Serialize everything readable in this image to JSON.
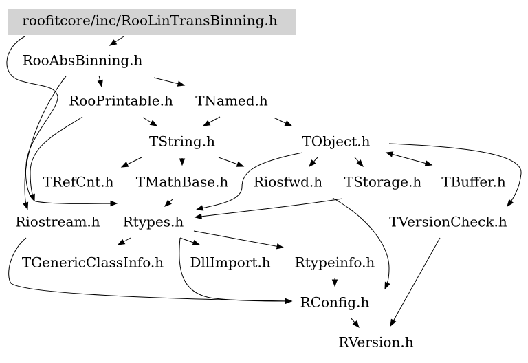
{
  "diagram": {
    "type": "include-dependency-graph",
    "root": "roofitcore/inc/RooLinTransBinning.h",
    "nodes": [
      {
        "id": "root",
        "label": "roofitcore/inc/RooLinTransBinning.h",
        "highlighted": true
      },
      {
        "id": "RooAbsBinning",
        "label": "RooAbsBinning.h"
      },
      {
        "id": "RooPrintable",
        "label": "RooPrintable.h"
      },
      {
        "id": "TNamed",
        "label": "TNamed.h"
      },
      {
        "id": "TString",
        "label": "TString.h"
      },
      {
        "id": "TObject",
        "label": "TObject.h"
      },
      {
        "id": "TRefCnt",
        "label": "TRefCnt.h"
      },
      {
        "id": "TMathBase",
        "label": "TMathBase.h"
      },
      {
        "id": "Riosfwd",
        "label": "Riosfwd.h"
      },
      {
        "id": "TStorage",
        "label": "TStorage.h"
      },
      {
        "id": "TBuffer",
        "label": "TBuffer.h"
      },
      {
        "id": "Riostream",
        "label": "Riostream.h"
      },
      {
        "id": "Rtypes",
        "label": "Rtypes.h"
      },
      {
        "id": "TVersionCheck",
        "label": "TVersionCheck.h"
      },
      {
        "id": "TGenericClassInfo",
        "label": "TGenericClassInfo.h"
      },
      {
        "id": "DllImport",
        "label": "DllImport.h"
      },
      {
        "id": "Rtypeinfo",
        "label": "Rtypeinfo.h"
      },
      {
        "id": "RConfig",
        "label": "RConfig.h"
      },
      {
        "id": "RVersion",
        "label": "RVersion.h"
      }
    ],
    "edges": [
      {
        "from": "root",
        "to": "RooAbsBinning"
      },
      {
        "from": "root",
        "to": "Rtypes"
      },
      {
        "from": "RooAbsBinning",
        "to": "RooPrintable"
      },
      {
        "from": "RooAbsBinning",
        "to": "TNamed"
      },
      {
        "from": "RooAbsBinning",
        "to": "Riostream"
      },
      {
        "from": "RooPrintable",
        "to": "Riostream"
      },
      {
        "from": "RooPrintable",
        "to": "TString"
      },
      {
        "from": "TNamed",
        "to": "TString"
      },
      {
        "from": "TNamed",
        "to": "TObject"
      },
      {
        "from": "TString",
        "to": "TRefCnt"
      },
      {
        "from": "TString",
        "to": "TMathBase"
      },
      {
        "from": "TString",
        "to": "Riosfwd"
      },
      {
        "from": "TObject",
        "to": "Riosfwd"
      },
      {
        "from": "TObject",
        "to": "TStorage"
      },
      {
        "from": "TObject",
        "to": "TBuffer"
      },
      {
        "from": "TObject",
        "to": "Rtypes"
      },
      {
        "from": "TObject",
        "to": "TVersionCheck"
      },
      {
        "from": "TMathBase",
        "to": "Rtypes"
      },
      {
        "from": "TStorage",
        "to": "Rtypes"
      },
      {
        "from": "TStorage",
        "to": "RConfig"
      },
      {
        "from": "Rtypes",
        "to": "TGenericClassInfo"
      },
      {
        "from": "Rtypes",
        "to": "DllImport"
      },
      {
        "from": "Rtypes",
        "to": "Rtypeinfo"
      },
      {
        "from": "Rtypes",
        "to": "RConfig"
      },
      {
        "from": "Riostream",
        "to": "RConfig"
      },
      {
        "from": "Rtypeinfo",
        "to": "RConfig"
      },
      {
        "from": "RConfig",
        "to": "RVersion"
      },
      {
        "from": "TVersionCheck",
        "to": "RVersion"
      }
    ]
  }
}
